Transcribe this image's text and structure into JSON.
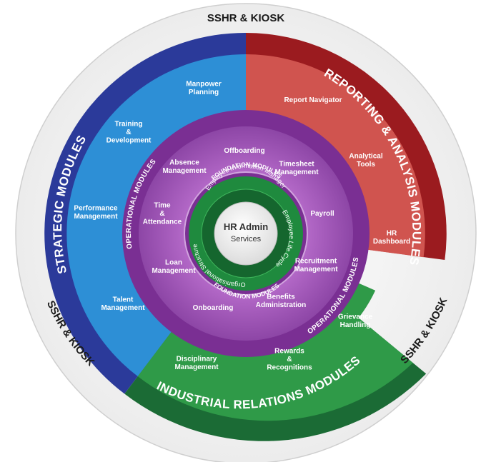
{
  "outer_ring": {
    "labels": [
      "SSHR & KIOSK",
      "SSHR & KIOSK",
      "SSHR & KIOSK"
    ]
  },
  "sections": {
    "strategic": {
      "title": "STRATEGIC MODULES",
      "color": "#2b3a9a",
      "inner_color": "#2d8fd6",
      "items": [
        "Manpower\nPlanning",
        "Training\n&\nDevelopment",
        "Performance\nManagement",
        "Talent\nManagement"
      ]
    },
    "reporting": {
      "title": "REPORTING & ANALYSIS MODULES",
      "color": "#9b1b1f",
      "inner_color": "#d0544f",
      "items": [
        "Report Navigator",
        "Analytical\nTools",
        "HR\nDashboard"
      ]
    },
    "industrial": {
      "title": "INDUSTRIAL RELATIONS MODULES",
      "color": "#1b6b35",
      "inner_color": "#2f9a48",
      "items": [
        "Grievance\nHandling",
        "Rewards\n&\nRecognitions",
        "Disciplinary\nManagement"
      ]
    }
  },
  "operational": {
    "title": "OPERATIONAL MODULES",
    "color": "#7a2f93",
    "items": [
      "Offboarding",
      "Timesheet\nManagement",
      "Payroll",
      "Recruitment\nManagement",
      "Benefits\nAdministration",
      "Onboarding",
      "Loan\nManagement",
      "Time\n&\nAttendance",
      "Absence\nManagement"
    ]
  },
  "foundation": {
    "title": "FOUNDATION MODULES",
    "color": "#1f8a3e",
    "items": [
      "Employee Information Manager",
      "Employee Life Cycle",
      "Organisational Structure"
    ]
  },
  "center": {
    "title": "HR Admin",
    "subtitle": "Services"
  }
}
